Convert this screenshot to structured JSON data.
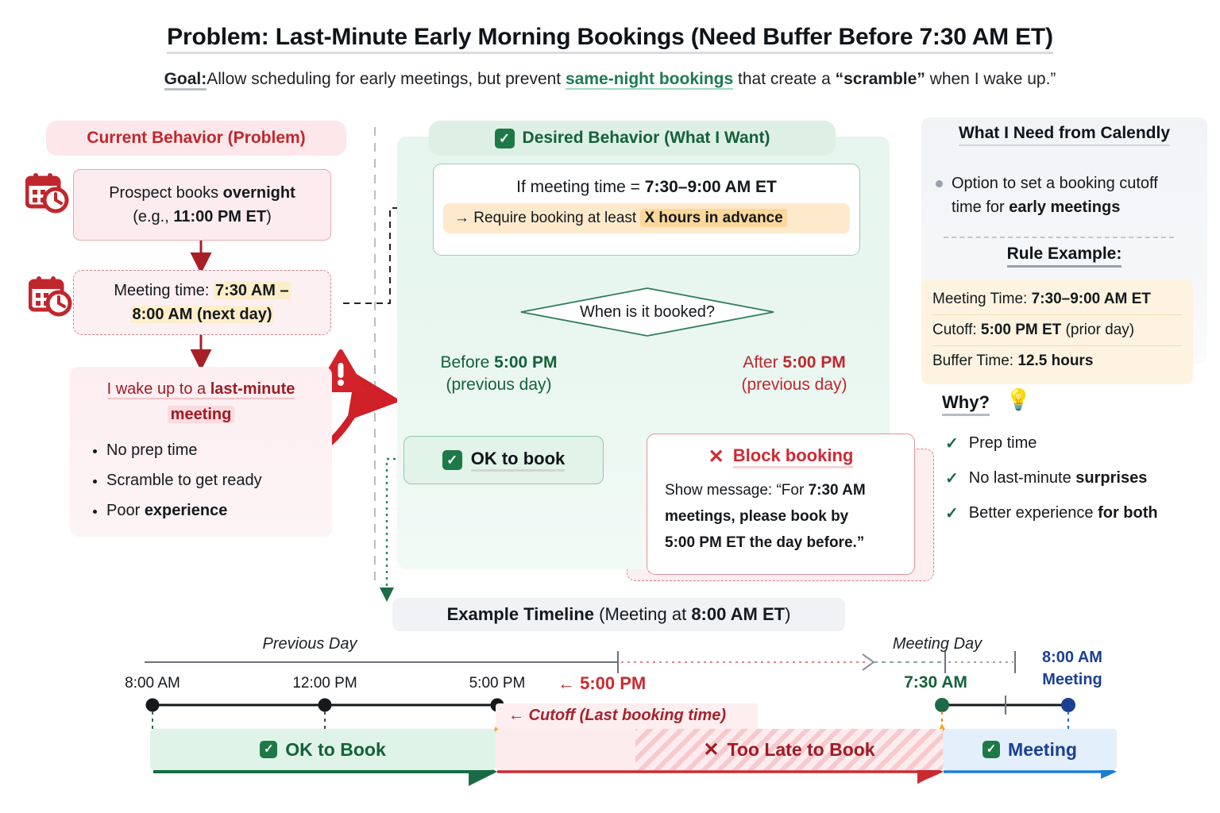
{
  "header": {
    "title_before": "Problem: Last-Minute Early Morning Bookings (Need Buffer Before 7:30 AM ET)",
    "goal_label": "Goal:",
    "goal_part1": "Allow scheduling for early meetings, but prevent ",
    "goal_highlight": "same-night bookings",
    "goal_part2": " that create a ",
    "goal_quote": "“scramble”",
    "goal_part3": " when I wake up.”"
  },
  "left": {
    "heading": "Current Behavior (Problem)",
    "box1_line1_plain": "Prospect books ",
    "box1_line1_bold": "overnight",
    "box1_line2_plain": "(e.g., ",
    "box1_line2_bold": "11:00 PM ET",
    "box1_line2_tail": ")",
    "box2_line1_plain": "Meeting time: ",
    "box2_line1_bold": "7:30 AM –",
    "box2_line2_bold": "8:00 AM (next day)",
    "outcome_plain": "I wake up to a ",
    "outcome_bold": "last-minute",
    "outcome_bold2": "meeting",
    "bullets": [
      {
        "plain": "No prep time",
        "bold": ""
      },
      {
        "plain": "Scramble to get ready",
        "bold": ""
      },
      {
        "plain": "Poor ",
        "bold": "experience"
      }
    ],
    "icons": [
      "calendar-clock-icon",
      "calendar-clock-icon",
      "warning-triangle-icon"
    ]
  },
  "center": {
    "heading": "Desired Behavior (What I Want)",
    "if_plain": "If meeting time = ",
    "if_bold": "7:30–9:00 AM ET",
    "require_plain": "→ Require booking at least ",
    "require_hl": "X hours in advance",
    "decision": "When is it booked?",
    "branch_left_line1_plain": "Before ",
    "branch_left_line1_bold": "5:00 PM",
    "branch_left_line2": "(previous day)",
    "branch_right_line1_plain": "After ",
    "branch_right_line1_bold": "5:00 PM",
    "branch_right_line2": "(previous day)",
    "ok_label": "OK to book",
    "block_label": "Block booking",
    "block_msg_1_plain": "Show message: “For ",
    "block_msg_1_bold": "7:30 AM",
    "block_msg_2_bold": "meetings, please book by",
    "block_msg_3_bold": "5:00 PM ET the day before.”"
  },
  "right": {
    "heading": "What I Need from Calendly",
    "need_plain": "Option to set a booking cutoff time for ",
    "need_bold": "early meetings",
    "rule_title": "Rule Example:",
    "rules": [
      {
        "label": "Meeting Time: ",
        "bold": "7:30–9:00 AM ET",
        "tail": ""
      },
      {
        "label": "Cutoff: ",
        "bold": "5:00 PM ET",
        "tail": " (prior day)"
      },
      {
        "label": "Buffer Time: ",
        "bold": "12.5 hours",
        "tail": ""
      }
    ],
    "why_title": "Why?",
    "why_icon": "lightbulb-icon",
    "why_items": [
      {
        "plain": "Prep time",
        "bold": ""
      },
      {
        "plain": "No last-minute ",
        "bold": "surprises"
      },
      {
        "plain": "Better experience ",
        "bold": "for both"
      }
    ]
  },
  "timeline": {
    "heading_bold": "Example Timeline",
    "heading_plain": " (Meeting at ",
    "heading_bold2": "8:00 AM ET",
    "heading_tail": ")",
    "day_labels": [
      "Previous Day",
      "Meeting Day"
    ],
    "ticks": [
      "8:00 AM",
      "12:00 PM",
      "5:00 PM",
      "7:30 AM"
    ],
    "cutoff_arrow_label": "← 5:00 PM",
    "cutoff_note": "← Cutoff (Last booking time)",
    "meeting_label_line1": "8:00 AM",
    "meeting_label_line2": "Meeting",
    "bands": [
      {
        "label": "OK to Book",
        "icon": "check-box-icon"
      },
      {
        "label": "Too Late to Book",
        "icon": "x-icon"
      },
      {
        "label": "Meeting",
        "icon": "check-box-icon"
      }
    ]
  },
  "colors": {
    "red": "#c0272d",
    "dark_red": "#9e1c24",
    "green": "#14613b",
    "check_green": "#1d7a46",
    "blue": "#1b3f91",
    "amber": "#f0a020"
  }
}
